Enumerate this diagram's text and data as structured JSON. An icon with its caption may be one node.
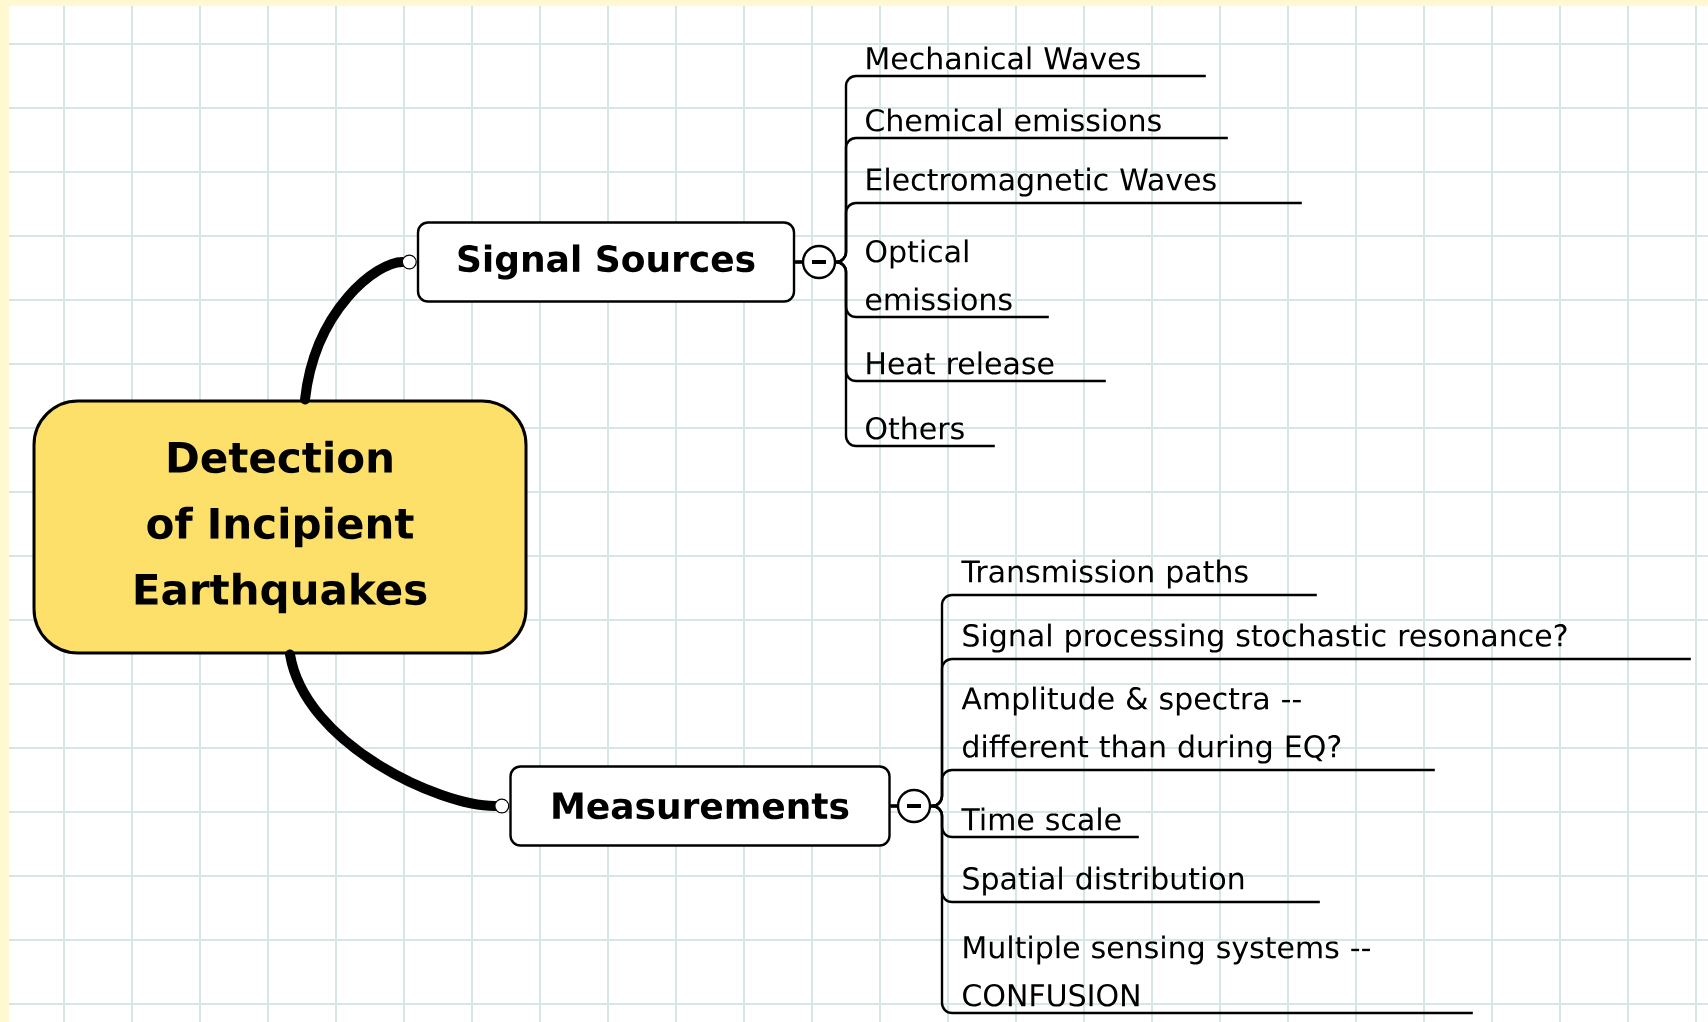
{
  "diagram": {
    "nodes": [
      {
        "text": [
          "Detection of Incipient Earthquakes"
        ]
      },
      {
        "text": [
          "Signal Sources"
        ]
      },
      {
        "text": [
          "Mechanical Waves"
        ]
      },
      {
        "text": [
          "Chemical emissions"
        ]
      },
      {
        "text": [
          "Electromagnetic Waves"
        ]
      },
      {
        "text": [
          "Optical emissions"
        ]
      },
      {
        "text": [
          "Heat release"
        ]
      },
      {
        "text": [
          "Others"
        ]
      },
      {
        "text": [
          "Measurements"
        ]
      },
      {
        "text": [
          "Transmission paths"
        ]
      },
      {
        "text": [
          "Signal processing stochastic resonance?"
        ]
      },
      {
        "text": [
          "Amplitude & spectra -- different than during EQ?"
        ]
      },
      {
        "text": [
          "Time scale"
        ]
      },
      {
        "text": [
          "Spatial distribution"
        ]
      },
      {
        "text": [
          "Multiple sensing systems -- CONFUSION"
        ]
      }
    ],
    "edges": [
      {
        "from": 0,
        "to": 1,
        "arrow": "other",
        "style": "thick"
      },
      {
        "from": 0,
        "to": 8,
        "arrow": "other",
        "style": "thick"
      },
      {
        "from": 1,
        "to": 2,
        "arrow": "none"
      },
      {
        "from": 1,
        "to": 3,
        "arrow": "none"
      },
      {
        "from": 1,
        "to": 4,
        "arrow": "none"
      },
      {
        "from": 1,
        "to": 5,
        "arrow": "none"
      },
      {
        "from": 1,
        "to": 6,
        "arrow": "none"
      },
      {
        "from": 1,
        "to": 7,
        "arrow": "none"
      },
      {
        "from": 8,
        "to": 9,
        "arrow": "none"
      },
      {
        "from": 8,
        "to": 10,
        "arrow": "none"
      },
      {
        "from": 8,
        "to": 11,
        "arrow": "none"
      },
      {
        "from": 8,
        "to": 12,
        "arrow": "none"
      },
      {
        "from": 8,
        "to": 13,
        "arrow": "none"
      },
      {
        "from": 8,
        "to": 14,
        "arrow": "none"
      }
    ]
  }
}
